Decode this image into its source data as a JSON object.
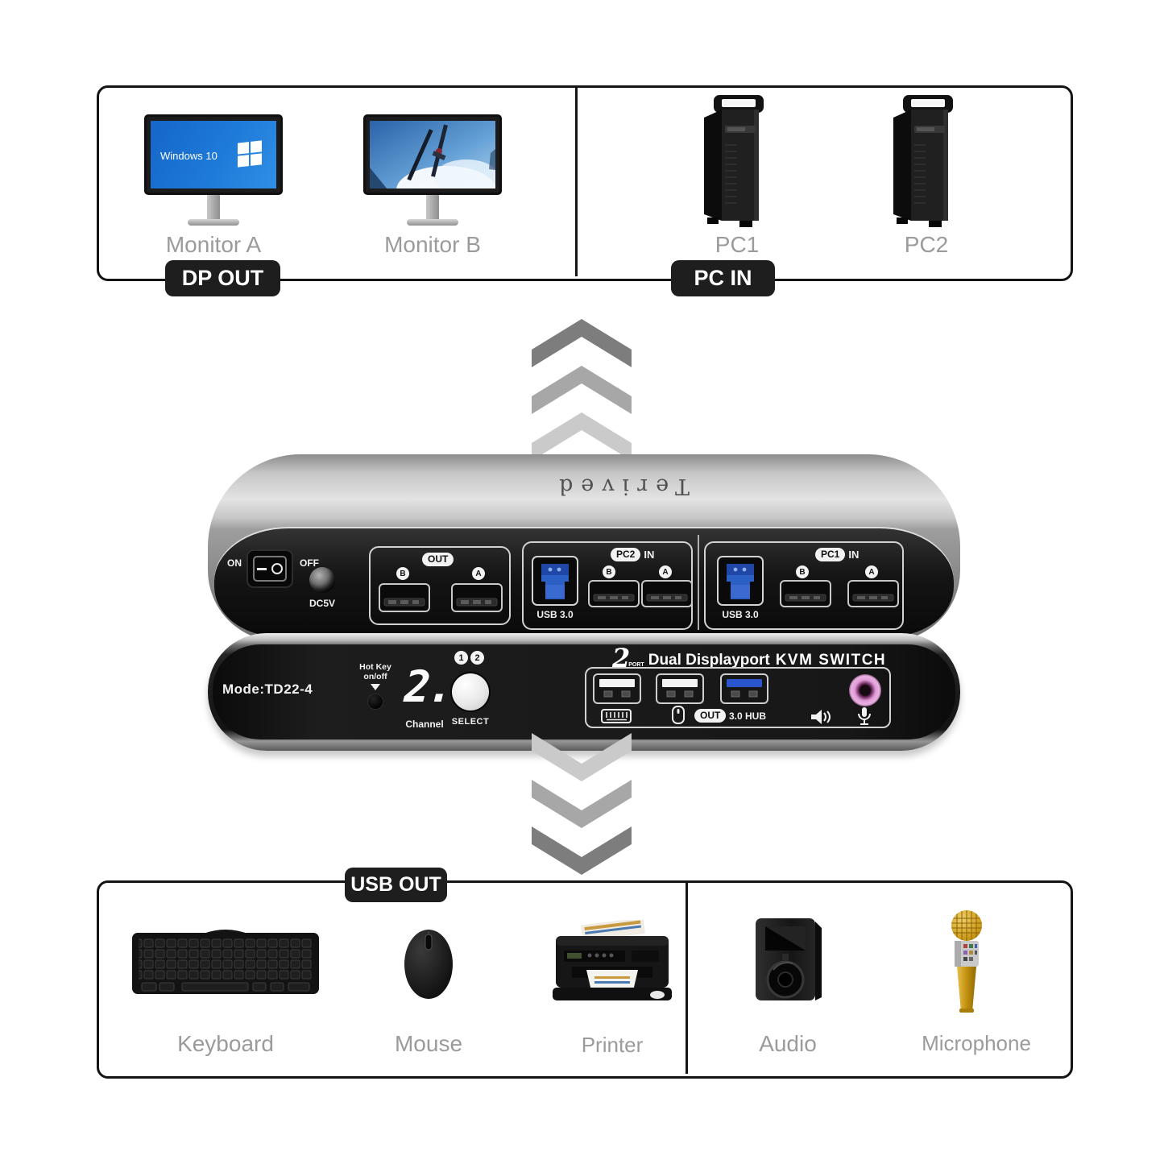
{
  "top_box": {
    "badges": {
      "dp_out": "DP OUT",
      "pc_in": "PC IN"
    },
    "monitors": [
      {
        "label": "Monitor A",
        "screen_text": "Windows 10"
      },
      {
        "label": "Monitor B"
      }
    ],
    "pcs": [
      {
        "label": "PC1"
      },
      {
        "label": "PC2"
      }
    ]
  },
  "device": {
    "brand": "Terived",
    "back": {
      "power": {
        "on": "ON",
        "off": "OFF",
        "dc": "DC5V"
      },
      "groups": [
        {
          "badge": "OUT",
          "in_suffix": "",
          "usb": "",
          "ports": [
            "B",
            "A"
          ]
        },
        {
          "badge": "PC2",
          "in_suffix": "IN",
          "usb": "USB 3.0",
          "ports": [
            "B",
            "A"
          ]
        },
        {
          "badge": "PC1",
          "in_suffix": "IN",
          "usb": "USB 3.0",
          "ports": [
            "B",
            "A"
          ]
        }
      ]
    },
    "front": {
      "mode": "Mode:TD22-4",
      "hotkey": [
        "Hot Key",
        "on/off"
      ],
      "channel_digit": "2.",
      "channel": "Channel",
      "indicators": [
        "1",
        "2"
      ],
      "select": "SELECT",
      "heading": {
        "num": "2",
        "port": "PORT",
        "main": "Dual Displayport",
        "kvm": "KVM SWITCH"
      },
      "out_badge": "OUT",
      "hub": "3.0 HUB"
    }
  },
  "bottom_box": {
    "badge": "USB OUT",
    "items": [
      {
        "label": "Keyboard"
      },
      {
        "label": "Mouse"
      },
      {
        "label": "Printer"
      },
      {
        "label": "Audio"
      },
      {
        "label": "Microphone"
      }
    ]
  },
  "colors": {
    "usb3_blue": "#2c5fc4",
    "audio_green": "#7cc87c",
    "mic_pink": "#df9ad6",
    "badge_bg": "#1e1e1e",
    "label_gray": "#9b9b9b",
    "arrow_dark": "#7d7d7d",
    "arrow_mid": "#a7a7a7",
    "arrow_light": "#cacaca"
  }
}
